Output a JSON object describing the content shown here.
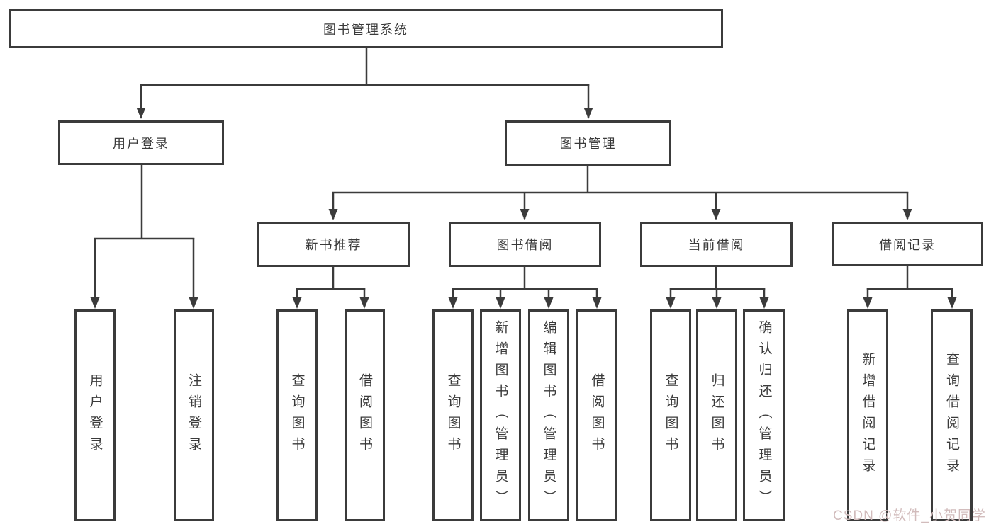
{
  "diagram": {
    "title": "图书管理系统",
    "level2": [
      {
        "label": "用户登录"
      },
      {
        "label": "图书管理"
      }
    ],
    "level3": [
      {
        "label": "新书推荐"
      },
      {
        "label": "图书借阅"
      },
      {
        "label": "当前借阅"
      },
      {
        "label": "借阅记录"
      }
    ],
    "leaves": [
      {
        "label": "用户登录"
      },
      {
        "label": "注销登录"
      },
      {
        "label": "查询图书"
      },
      {
        "label": "借阅图书"
      },
      {
        "label": "查询图书"
      },
      {
        "label": "新增图书（管理员）"
      },
      {
        "label": "编辑图书（管理员）"
      },
      {
        "label": "借阅图书"
      },
      {
        "label": "查询图书"
      },
      {
        "label": "归还图书"
      },
      {
        "label": "确认归还（管理员）"
      },
      {
        "label": "新增借阅记录"
      },
      {
        "label": "查询借阅记录"
      }
    ]
  },
  "watermark": {
    "text": "CSDN @软件_小贺同学"
  },
  "colors": {
    "line": "#3b3b3b",
    "text": "#3a3a3a",
    "watermark": "#d2bcbc",
    "background": "#ffffff"
  }
}
